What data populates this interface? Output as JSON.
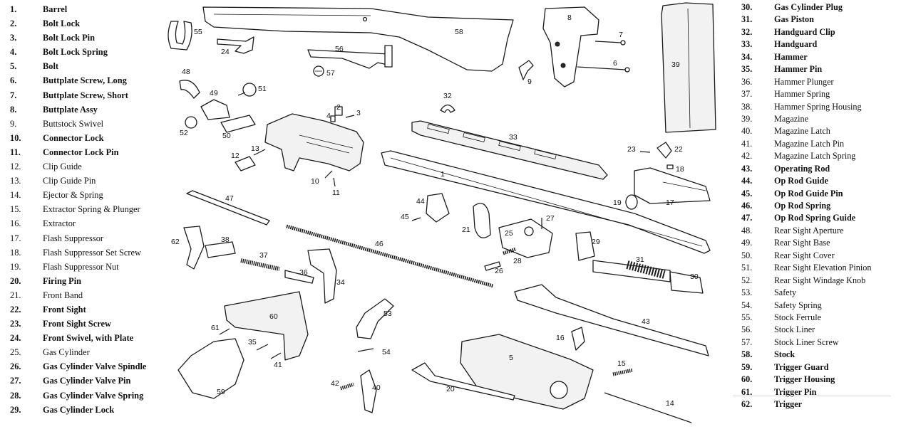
{
  "parts_left": [
    {
      "num": "1.",
      "name": "Barrel"
    },
    {
      "num": "2.",
      "name": "Bolt Lock"
    },
    {
      "num": "3.",
      "name": "Bolt Lock Pin"
    },
    {
      "num": "4.",
      "name": "Bolt Lock Spring"
    },
    {
      "num": "5.",
      "name": "Bolt"
    },
    {
      "num": "6.",
      "name": "Buttplate Screw, Long"
    },
    {
      "num": "7.",
      "name": "Buttplate Screw, Short"
    },
    {
      "num": "8.",
      "name": "Buttplate Assy"
    },
    {
      "num": "9.",
      "name": "Buttstock Swivel"
    },
    {
      "num": "10.",
      "name": "Connector Lock"
    },
    {
      "num": "11.",
      "name": "Connector Lock Pin"
    },
    {
      "num": "12.",
      "name": "Clip Guide"
    },
    {
      "num": "13.",
      "name": "Clip Guide Pin"
    },
    {
      "num": "14.",
      "name": "Ejector & Spring"
    },
    {
      "num": "15.",
      "name": "Extractor Spring & Plunger"
    },
    {
      "num": "16.",
      "name": "Extractor"
    },
    {
      "num": "17.",
      "name": "Flash Suppressor"
    },
    {
      "num": "18.",
      "name": "Flash Suppressor Set Screw"
    },
    {
      "num": "19.",
      "name": "Flash Suppressor Nut"
    },
    {
      "num": "20.",
      "name": "Firing Pin"
    },
    {
      "num": "21.",
      "name": "Front Band"
    },
    {
      "num": "22.",
      "name": "Front Sight"
    },
    {
      "num": "23.",
      "name": "Front Sight Screw"
    },
    {
      "num": "24.",
      "name": "Front Swivel, with Plate"
    },
    {
      "num": "25.",
      "name": "Gas Cylinder"
    },
    {
      "num": "26.",
      "name": "Gas Cylinder Valve Spindle"
    },
    {
      "num": "27.",
      "name": "Gas Cylinder Valve Pin"
    },
    {
      "num": "28.",
      "name": "Gas Cylinder Valve Spring"
    },
    {
      "num": "29.",
      "name": "Gas Cylinder Lock"
    }
  ],
  "parts_right": [
    {
      "num": "30.",
      "name": "Gas Cylinder Plug"
    },
    {
      "num": "31.",
      "name": "Gas Piston"
    },
    {
      "num": "32.",
      "name": "Handguard Clip"
    },
    {
      "num": "33.",
      "name": "Handguard"
    },
    {
      "num": "34.",
      "name": "Hammer"
    },
    {
      "num": "35.",
      "name": "Hammer Pin"
    },
    {
      "num": "36.",
      "name": "Hammer Plunger"
    },
    {
      "num": "37.",
      "name": "Hammer Spring"
    },
    {
      "num": "38.",
      "name": "Hammer Spring Housing"
    },
    {
      "num": "39.",
      "name": "Magazine"
    },
    {
      "num": "40.",
      "name": "Magazine Latch"
    },
    {
      "num": "41.",
      "name": "Magazine Latch Pin"
    },
    {
      "num": "42.",
      "name": "Magazine Latch Spring"
    },
    {
      "num": "43.",
      "name": "Operating Rod"
    },
    {
      "num": "44.",
      "name": "Op Rod Guide"
    },
    {
      "num": "45.",
      "name": "Op Rod Guide Pin"
    },
    {
      "num": "46.",
      "name": "Op Rod Spring"
    },
    {
      "num": "47.",
      "name": "Op Rod Spring Guide"
    },
    {
      "num": "48.",
      "name": "Rear Sight Aperture"
    },
    {
      "num": "49.",
      "name": "Rear Sight Base"
    },
    {
      "num": "50.",
      "name": "Rear Sight Cover"
    },
    {
      "num": "51.",
      "name": "Rear Sight Elevation Pinion"
    },
    {
      "num": "52.",
      "name": "Rear Sight Windage Knob"
    },
    {
      "num": "53.",
      "name": "Safety"
    },
    {
      "num": "54.",
      "name": "Safety Spring"
    },
    {
      "num": "55.",
      "name": "Stock Ferrule"
    },
    {
      "num": "56.",
      "name": "Stock Liner"
    },
    {
      "num": "57.",
      "name": "Stock Liner Screw"
    },
    {
      "num": "58.",
      "name": "Stock"
    },
    {
      "num": "59.",
      "name": "Trigger Guard"
    },
    {
      "num": "60.",
      "name": "Trigger Housing"
    },
    {
      "num": "61.",
      "name": "Trigger Pin"
    },
    {
      "num": "62.",
      "name": "Trigger"
    }
  ],
  "callouts": [
    "1",
    "2",
    "3",
    "4",
    "5",
    "6",
    "7",
    "8",
    "9",
    "10",
    "11",
    "12",
    "13",
    "14",
    "15",
    "16",
    "17",
    "18",
    "19",
    "20",
    "21",
    "22",
    "23",
    "24",
    "25",
    "26",
    "27",
    "28",
    "29",
    "30",
    "31",
    "32",
    "33",
    "34",
    "35",
    "36",
    "37",
    "38",
    "39",
    "40",
    "41",
    "42",
    "43",
    "44",
    "45",
    "46",
    "47",
    "48",
    "49",
    "50",
    "51",
    "52",
    "53",
    "54",
    "55",
    "56",
    "57",
    "58",
    "59",
    "60",
    "61",
    "62"
  ]
}
